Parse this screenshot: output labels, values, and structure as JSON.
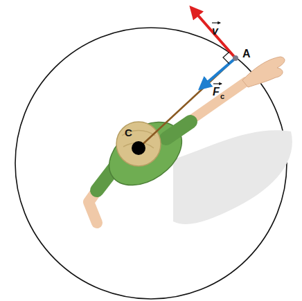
{
  "diagram": {
    "labels": [
      "v",
      "A",
      "F",
      "c",
      "C"
    ]
  }
}
